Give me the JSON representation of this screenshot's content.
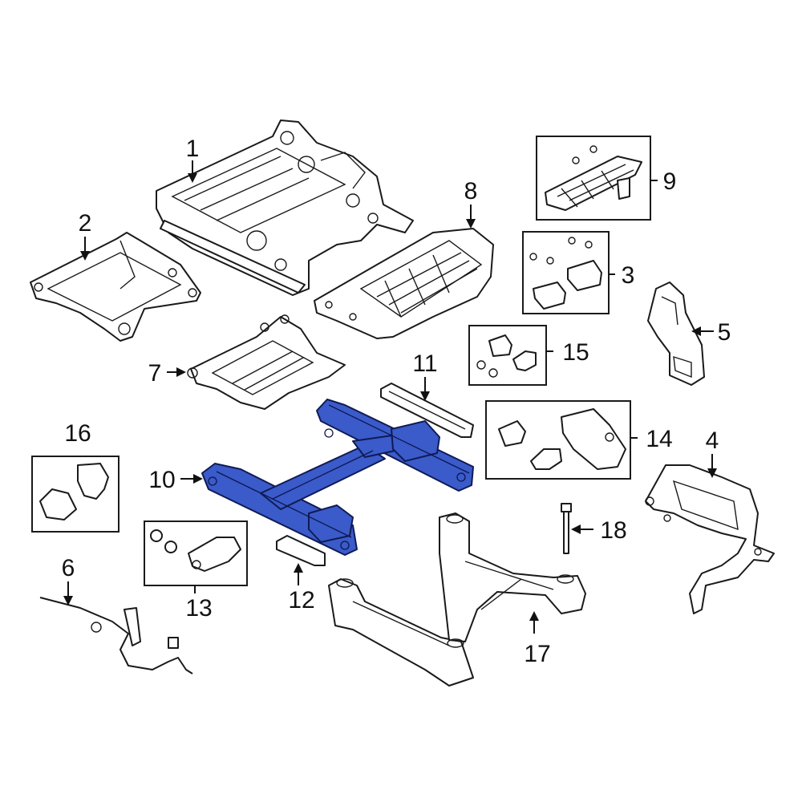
{
  "diagram": {
    "callouts": {
      "p1": "1",
      "p2": "2",
      "p3": "3",
      "p4": "4",
      "p5": "5",
      "p6": "6",
      "p7": "7",
      "p8": "8",
      "p9": "9",
      "p10": "10",
      "p11": "11",
      "p12": "12",
      "p13": "13",
      "p14": "14",
      "p15": "15",
      "p16": "16",
      "p17": "17",
      "p18": "18"
    },
    "highlighted_part": "10",
    "highlight_color": "#3a5bc9",
    "line_color": "#1a1a1a"
  }
}
